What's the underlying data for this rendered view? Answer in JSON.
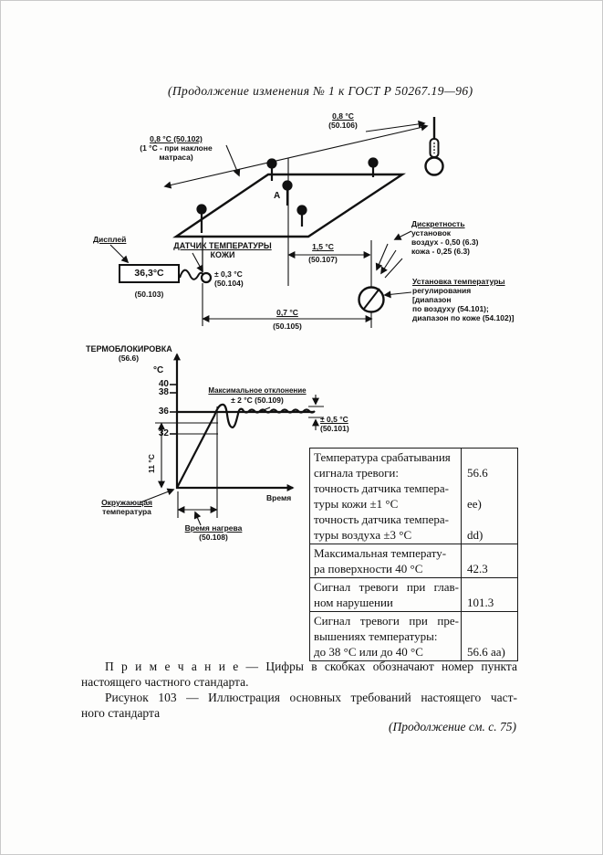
{
  "header": {
    "continuation_top": "(Продолжение изменения № 1 к ГОСТ Р 50267.19—96)"
  },
  "diagram": {
    "mattress_tolerance": "0,8 °С (50.102)",
    "mattress_tolerance_note1": "(1 °С - при наклоне",
    "mattress_tolerance_note2": "матраса)",
    "air_tolerance": "0,8 °С",
    "air_tolerance_ref": "(50.106)",
    "display_label": "Дисплей",
    "display_value": "36,3°С",
    "display_ref": "(50.103)",
    "skin_sensor_label1": "ДАТЧИК ТЕМПЕРАТУРЫ",
    "skin_sensor_label2": "КОЖИ",
    "skin_sensor_tolerance": "± 0,3 °С",
    "skin_sensor_ref": "(50.104)",
    "center_dim": "1,5 °С",
    "center_dim_ref": "(50.107)",
    "bottom_dim": "0,7 °С",
    "bottom_dim_ref": "(50.105)",
    "point_a": "А",
    "increments_title": "Дискретность",
    "increments_line2": "установок",
    "increments_air": "воздух - 0,50 (6.3)",
    "increments_skin": "кожа - 0,25 (6.3)",
    "setpoint_line1": "Установка температуры",
    "setpoint_line2": "регулирования",
    "setpoint_line3": "[диапазон",
    "setpoint_line4": "по воздуху (54.101);",
    "setpoint_line5": "диапазон по коже (54.102)]"
  },
  "graph": {
    "cutout_label": "ТЕРМОБЛОКИРОВКА",
    "cutout_ref": "(56.6)",
    "y_unit": "°С",
    "ticks": [
      "40",
      "38",
      "36",
      "32"
    ],
    "max_deviation": "Максимальное отклонение",
    "max_deviation_value": "± 2 °С (50.109)",
    "band_value": "± 0,5 °С",
    "band_ref": "(50.101)",
    "rise_value": "11 °С",
    "ambient_line1": "Окружающая",
    "ambient_line2": "температура",
    "x_label": "Время",
    "heatup_label": "Время нагрева",
    "heatup_ref": "(50.108)"
  },
  "table": {
    "rows": [
      {
        "lines": [
          "Температура срабатывания",
          "сигнала тревоги:",
          "точность датчика темпера-",
          "туры кожи ±1 °С",
          "точность датчика темпера-",
          "туры воздуха ±3 °С"
        ],
        "values": [
          "",
          "56.6",
          "",
          "ee)",
          "",
          "dd)"
        ]
      },
      {
        "lines": [
          "Максимальная температу-",
          "ра поверхности 40 °С"
        ],
        "values": [
          "",
          "42.3"
        ]
      },
      {
        "lines": [
          "Сигнал тревоги при глав-",
          "ном нарушении"
        ],
        "values": [
          "",
          "101.3"
        ]
      },
      {
        "lines": [
          "Сигнал тревоги при пре-",
          "вышениях температуры:",
          "до 38 °С или до 40 °С"
        ],
        "values": [
          "",
          "",
          "56.6 aa)"
        ]
      }
    ]
  },
  "footer": {
    "note_line1": "П р и м е ч а н и е — Цифры в скобках обозначают номер пункта",
    "note_line2": "настоящего частного стандарта.",
    "caption_line1": "Рисунок 103 — Иллюстрация основных требований настоящего част-",
    "caption_line2": "ного стандарта",
    "continuation_bottom": "(Продолжение см. с. 75)"
  }
}
